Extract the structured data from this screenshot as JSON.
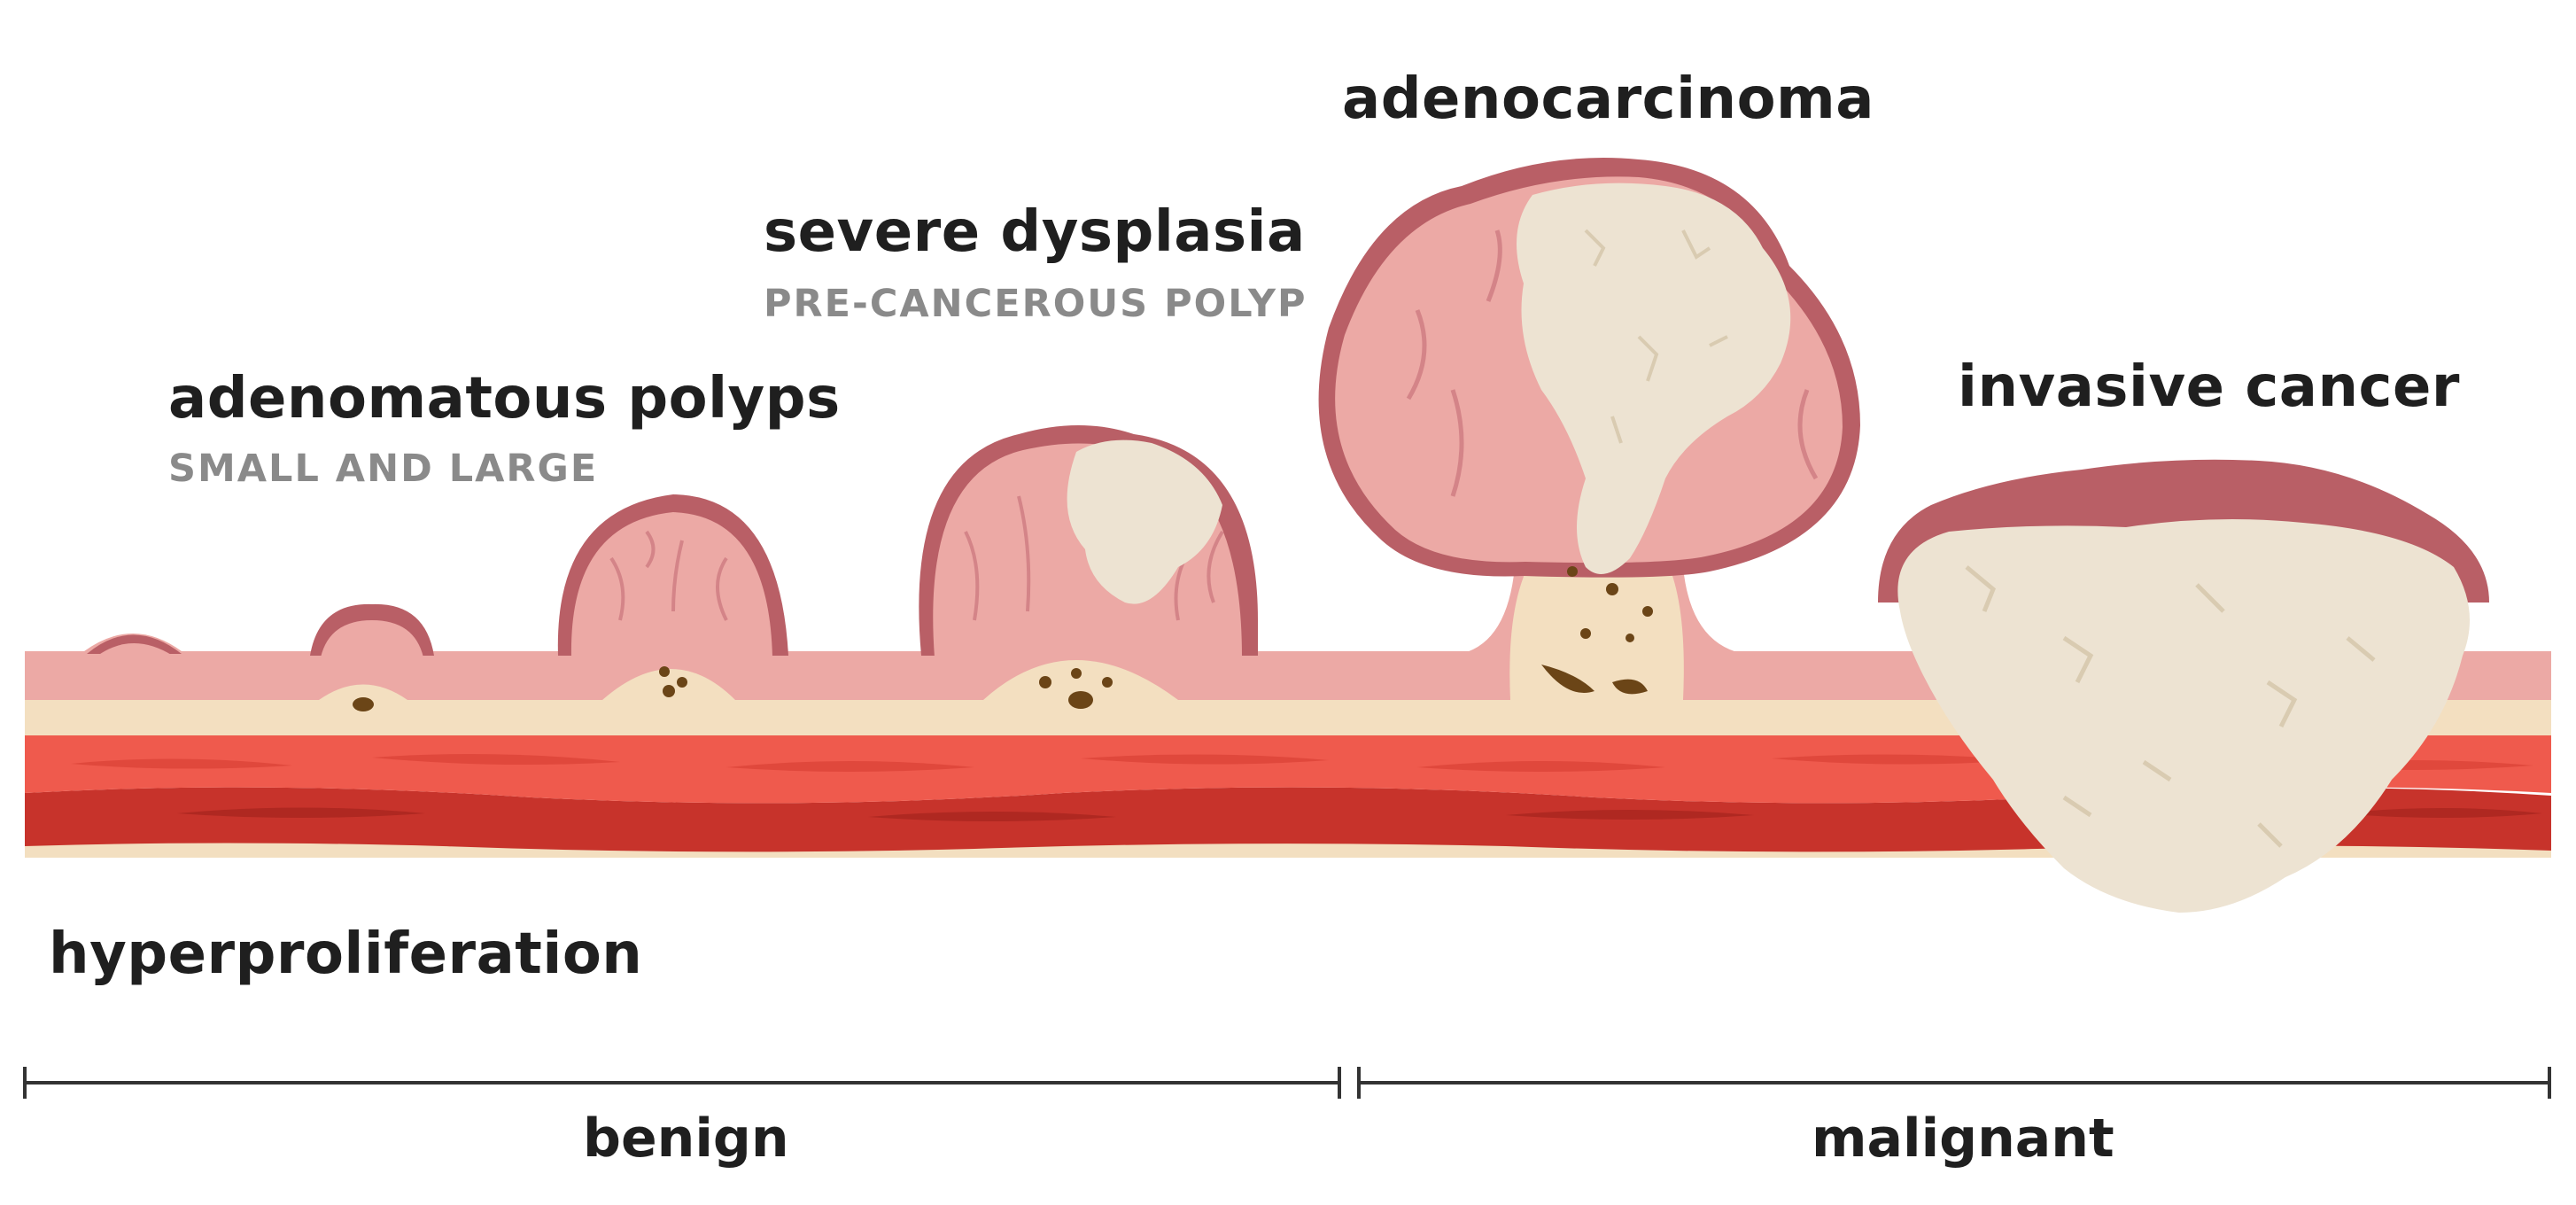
{
  "stages": {
    "hyperproliferation": {
      "title": "hyperproliferation"
    },
    "adenomatous": {
      "title": "adenomatous polyps",
      "subtitle": "SMALL AND LARGE"
    },
    "dysplasia": {
      "title": "severe dysplasia",
      "subtitle": "PRE-CANCEROUS POLYP"
    },
    "adenocarcinoma": {
      "title": "adenocarcinoma"
    },
    "invasive": {
      "title": "invasive cancer"
    }
  },
  "ranges": {
    "benign": "benign",
    "malignant": "malignant"
  },
  "colors": {
    "mucosa": "#eca9a5",
    "mucosa_dark": "#b95f66",
    "submucosa": "#f3dfc0",
    "muscle_light": "#ef5a4d",
    "muscle_dark": "#c7332b",
    "tumor": "#ede3d2",
    "gland_dot": "#6b4517",
    "scale_line": "#333333"
  }
}
